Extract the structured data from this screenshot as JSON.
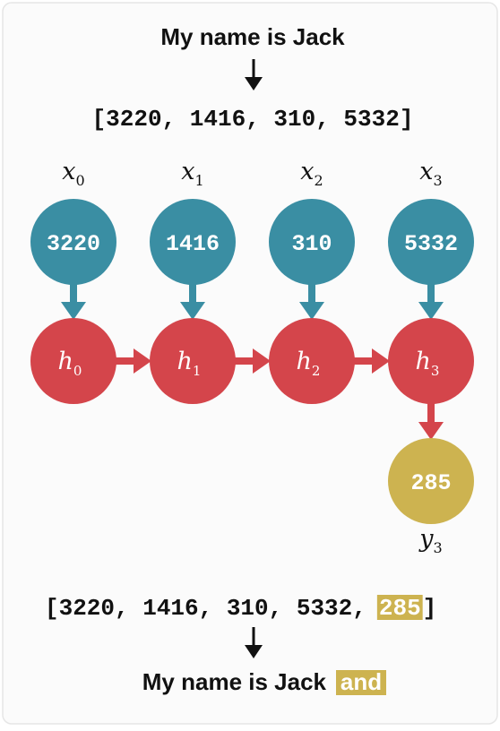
{
  "input_sentence": "My name is Jack",
  "input_tokens_label": "[3220, 1416, 310, 5332]",
  "output_tokens_prefix": "[3220, 1416, 310, 5332,",
  "output_tokens_new": "285",
  "output_tokens_suffix": "]",
  "output_sentence_prefix": "My name is Jack",
  "output_sentence_new": "and",
  "inputs": [
    {
      "var": "x",
      "sub": "0",
      "token": "3220"
    },
    {
      "var": "x",
      "sub": "1",
      "token": "1416"
    },
    {
      "var": "x",
      "sub": "2",
      "token": "310"
    },
    {
      "var": "x",
      "sub": "3",
      "token": "5332"
    }
  ],
  "hidden": [
    {
      "var": "h",
      "sub": "0"
    },
    {
      "var": "h",
      "sub": "1"
    },
    {
      "var": "h",
      "sub": "2"
    },
    {
      "var": "h",
      "sub": "3"
    }
  ],
  "output": {
    "var": "y",
    "sub": "3",
    "token": "285"
  },
  "colors": {
    "input_node": "#3a8ea3",
    "hidden_node": "#d4454b",
    "output_node": "#cdb350",
    "highlight": "#cdb350",
    "arrow_black": "#111111",
    "node_text": "#ffffff",
    "background": "#fbfbfb"
  }
}
